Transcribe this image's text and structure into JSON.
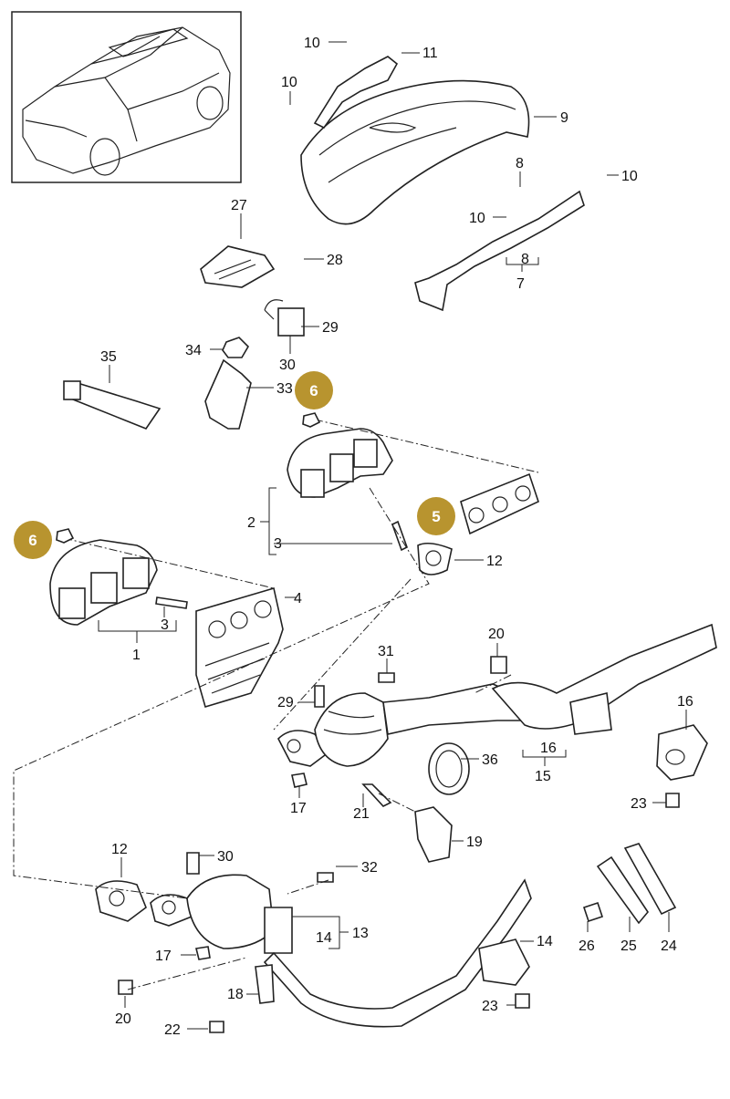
{
  "labels": {
    "p1": "1",
    "p2": "2",
    "p3a": "3",
    "p3b": "3",
    "p4": "4",
    "p5": "5",
    "p6a": "6",
    "p6b": "6",
    "p7": "7",
    "p8a": "8",
    "p8b": "8",
    "p9": "9",
    "p10a": "10",
    "p10b": "10",
    "p10c": "10",
    "p10d": "10",
    "p11": "11",
    "p12a": "12",
    "p12b": "12",
    "p13": "13",
    "p14a": "14",
    "p14b": "14",
    "p15": "15",
    "p16a": "16",
    "p16b": "16",
    "p17a": "17",
    "p17b": "17",
    "p18": "18",
    "p19": "19",
    "p20a": "20",
    "p20b": "20",
    "p21": "21",
    "p22": "22",
    "p23a": "23",
    "p23b": "23",
    "p24": "24",
    "p25": "25",
    "p26": "26",
    "p27": "27",
    "p28": "28",
    "p29a": "29",
    "p29b": "29",
    "p30a": "30",
    "p30b": "30",
    "p31": "31",
    "p32": "32",
    "p33": "33",
    "p34": "34",
    "p35": "35",
    "p36": "36"
  },
  "colors": {
    "highlight": "#b8942f",
    "line": "#222222"
  }
}
